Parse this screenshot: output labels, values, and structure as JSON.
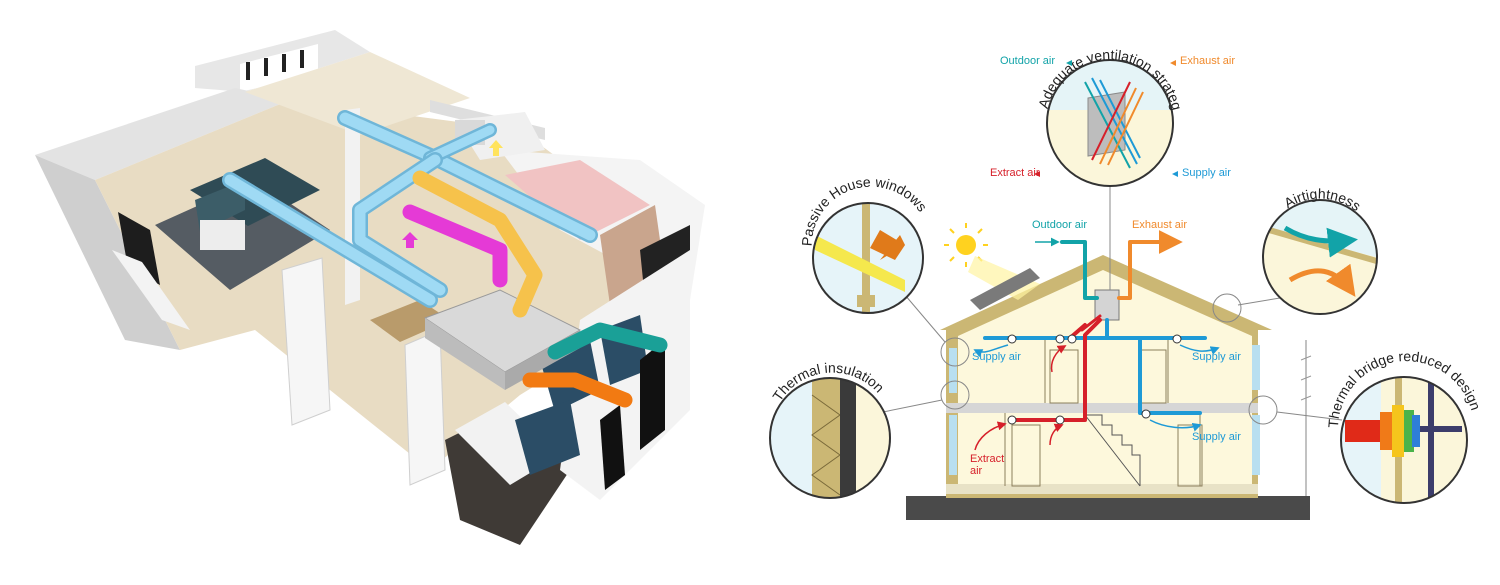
{
  "colors": {
    "supply": "#1e9ad6",
    "extract": "#d6202a",
    "outdoor": "#12a3a8",
    "exhaust": "#f08a2c",
    "frame": "#cbb774",
    "interior": "#fdf8dc",
    "duct_blue": "#8fd0ef",
    "duct_yellow": "#f6c24b",
    "duct_magenta": "#e53ad6",
    "duct_teal": "#1aa097",
    "duct_orange": "#f27a12"
  },
  "icons": [
    "sun-icon",
    "solar-panel-icon",
    "heat-recovery-unit-icon"
  ],
  "diagram": {
    "callout_ventilation": {
      "title": "Adequate ventilation strategy",
      "outdoor_air": "Outdoor air",
      "exhaust_air": "Exhaust air",
      "extract_air": "Extract air",
      "supply_air": "Supply air"
    },
    "callout_windows": "Passive House windows",
    "callout_airtightness": "Airtightness",
    "callout_insulation": "Thermal insulation",
    "callout_thermal_bridge": "Thermal bridge reduced design",
    "house": {
      "outdoor_air": "Outdoor air",
      "exhaust_air": "Exhaust air",
      "supply_left": "Supply air",
      "supply_right_top": "Supply air",
      "supply_right_bottom": "Supply air",
      "extract_line1": "Extract",
      "extract_line2": "air"
    }
  }
}
